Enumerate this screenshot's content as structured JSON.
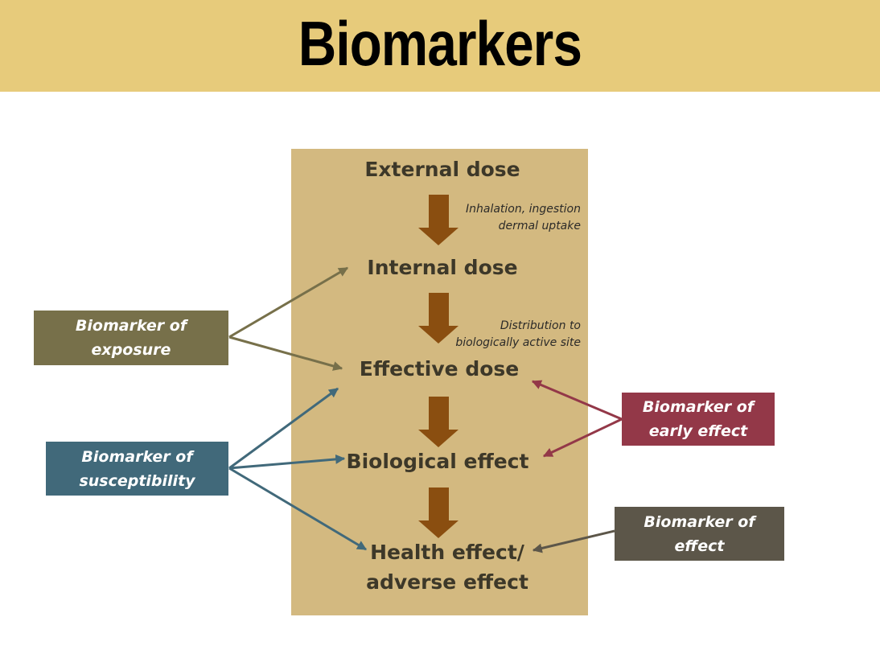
{
  "title": "Biomarkers",
  "colors": {
    "header": "#e7cb7b",
    "panel": "#d3b980",
    "flow_arrow": "#8a4e10",
    "exposure": "#77704a",
    "susceptibility": "#41697a",
    "early_effect": "#933848",
    "effect": "#5c5649"
  },
  "stages": {
    "external": "External dose",
    "internal": "Internal dose",
    "effective": "Effective dose",
    "biological": "Biological effect",
    "health_line1": "Health effect/",
    "health_line2": "adverse effect"
  },
  "notes": {
    "uptake_line1": "Inhalation, ingestion",
    "uptake_line2": "dermal uptake",
    "distribution_line1": "Distribution to",
    "distribution_line2": "biologically active site"
  },
  "biomarkers": {
    "exposure": {
      "line1": "Biomarker of",
      "line2": "exposure"
    },
    "susceptibility": {
      "line1": "Biomarker of",
      "line2": "susceptibility"
    },
    "early_effect": {
      "line1": "Biomarker of",
      "line2": "early effect"
    },
    "effect": {
      "line1": "Biomarker of",
      "line2": "effect"
    }
  }
}
